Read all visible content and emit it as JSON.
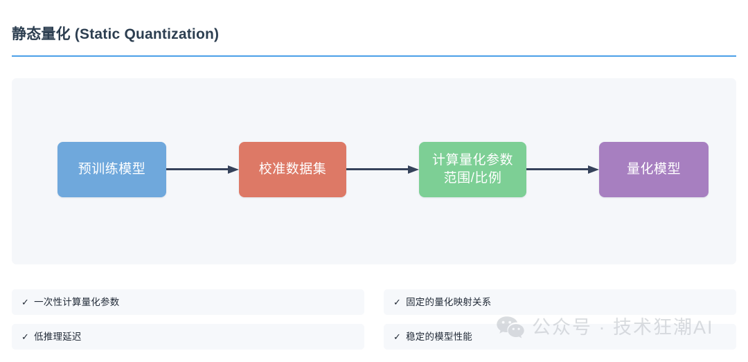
{
  "header": {
    "title": "静态量化 (Static Quantization)",
    "rule_color": "#4a9fe8"
  },
  "diagram": {
    "panel_background": "#f5f7fa",
    "arrow_color": "#35425a",
    "nodes": [
      {
        "id": "pretrained-model",
        "label": "预训练模型",
        "color": "#6fa8dc"
      },
      {
        "id": "calibration-dataset",
        "label": "校准数据集",
        "color": "#dd7966"
      },
      {
        "id": "compute-quant-params",
        "line1": "计算量化参数",
        "line2": "范围/比例",
        "color": "#7dcf95"
      },
      {
        "id": "quantized-model",
        "label": "量化模型",
        "color": "#a77fc0"
      }
    ]
  },
  "features": {
    "check_glyph": "✓",
    "items": [
      {
        "label": "一次性计算量化参数"
      },
      {
        "label": "固定的量化映射关系"
      },
      {
        "label": "低推理延迟"
      },
      {
        "label": "稳定的模型性能"
      }
    ]
  },
  "watermark": {
    "icon": "wechat-icon",
    "text": "公众号 · 技术狂潮AI",
    "color": "#c3c7cd"
  }
}
